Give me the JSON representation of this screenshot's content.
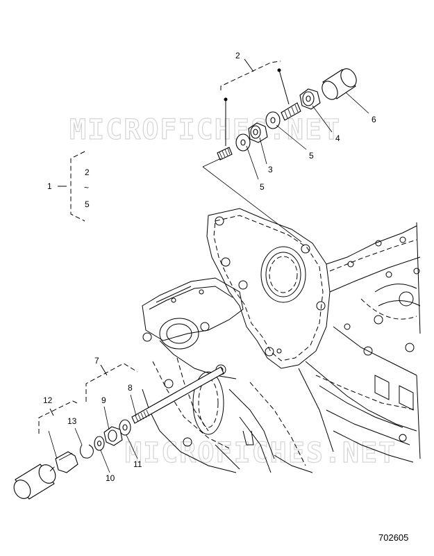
{
  "watermark": "MICROFICHES.NET",
  "figure_number": "702605",
  "callouts": {
    "c1": "1",
    "c2": "2",
    "c2b": "2",
    "tilde": "~",
    "c5b": "5",
    "c3": "3",
    "c4": "4",
    "c5": "5",
    "c5c": "5",
    "c6": "6",
    "c7": "7",
    "c8": "8",
    "c9": "9",
    "c10": "10",
    "c11": "11",
    "c12": "12",
    "c13": "13"
  }
}
